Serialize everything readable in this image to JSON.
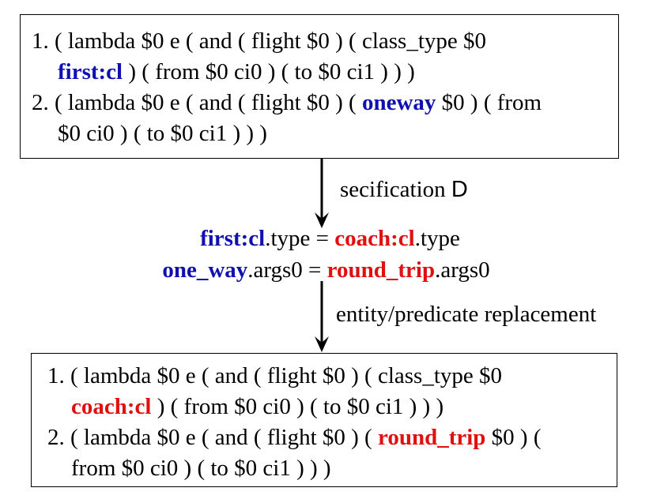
{
  "top_box": {
    "lines": [
      [
        {
          "t": "1. ( lambda $0 e ( and ( flight $0 ) ( class_type $0",
          "c": ""
        }
      ],
      [
        {
          "t": "first:cl",
          "c": "blue"
        },
        {
          "t": " ) ( from $0 ci0 ) ( to $0 ci1 ) ) )",
          "c": ""
        }
      ],
      [
        {
          "t": "2. ( lambda $0 e ( and ( flight $0 ) ( ",
          "c": ""
        },
        {
          "t": "oneway",
          "c": "blue"
        },
        {
          "t": " $0 ) ( from",
          "c": ""
        }
      ],
      [
        {
          "t": "$0 ci0 ) ( to $0 ci1 ) ) )",
          "c": ""
        }
      ]
    ]
  },
  "arrow1_label": {
    "text": "secification ",
    "glyph": "D"
  },
  "rules": [
    [
      {
        "t": "first:cl",
        "c": "blue"
      },
      {
        "t": ".type = ",
        "c": ""
      },
      {
        "t": "coach:cl",
        "c": "red"
      },
      {
        "t": ".type",
        "c": ""
      }
    ],
    [
      {
        "t": "one_way",
        "c": "blue"
      },
      {
        "t": ".args0 = ",
        "c": ""
      },
      {
        "t": "round_trip",
        "c": "red"
      },
      {
        "t": ".args0",
        "c": ""
      }
    ]
  ],
  "arrow2_label": {
    "text": "entity/predicate replacement"
  },
  "bottom_box": {
    "lines": [
      [
        {
          "t": "1.  ( lambda $0 e ( and ( flight $0 ) ( class_type $0",
          "c": ""
        }
      ],
      [
        {
          "t": "coach:cl",
          "c": "red"
        },
        {
          "t": " ) ( from $0 ci0 ) ( to $0 ci1 ) ) )",
          "c": ""
        }
      ],
      [
        {
          "t": "2. ( lambda $0 e ( and ( flight $0 ) ( ",
          "c": ""
        },
        {
          "t": "round_trip",
          "c": "red"
        },
        {
          "t": " $0 ) (",
          "c": ""
        }
      ],
      [
        {
          "t": "from $0 ci0 ) ( to $0 ci1 ) ) )",
          "c": ""
        }
      ]
    ]
  }
}
